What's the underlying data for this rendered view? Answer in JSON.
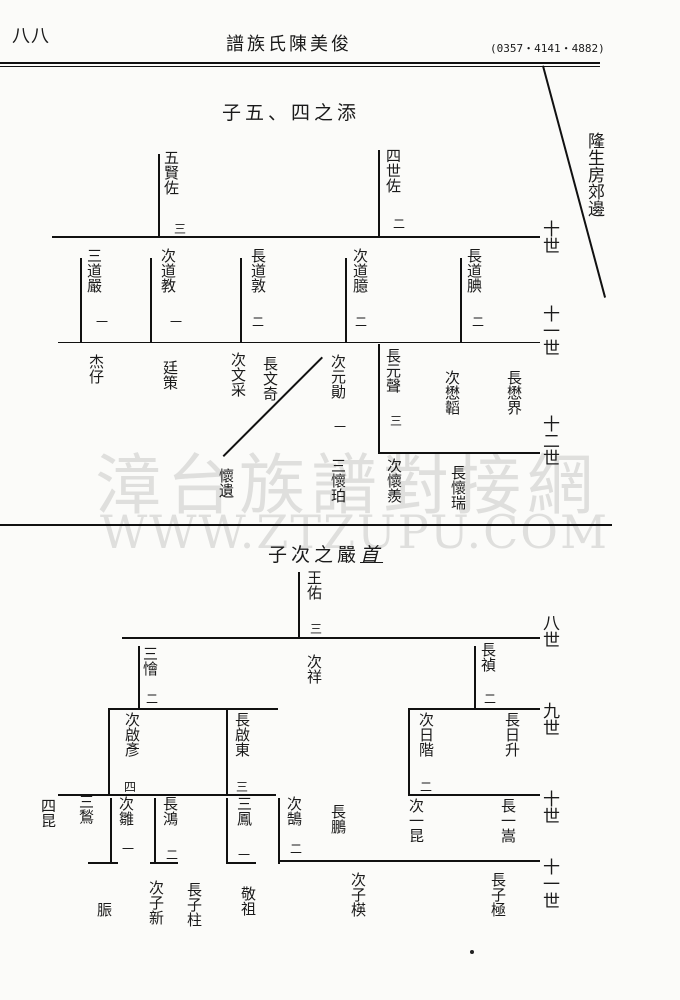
{
  "header": {
    "page_num": "八八",
    "title": "譜族氏陳美俊",
    "phone": "(0357・4141・4882)"
  },
  "watermark": {
    "cn": "漳台族譜對接網",
    "url": "WWW.ZTZUPU.COM"
  },
  "section1": {
    "title": "子五、四之添",
    "side_note": "隆生房郊邊",
    "generations": [
      "十世",
      "十一世",
      "十二世"
    ],
    "tenth": [
      {
        "label": "五賢佐",
        "ord": "三"
      },
      {
        "label": "四世佐",
        "ord": "二"
      }
    ],
    "eleventh": [
      {
        "label": "三道嚴",
        "ord": "一"
      },
      {
        "label": "次道教",
        "ord": "一"
      },
      {
        "label": "長道敦",
        "ord": "二"
      },
      {
        "label": "次道臆",
        "ord": "二"
      },
      {
        "label": "長道腆",
        "ord": "二"
      }
    ],
    "twelfth": [
      "杰仔",
      "廷策",
      "次文采",
      "長文奇",
      "次元勛",
      "長元聲",
      "次懋韜",
      "長懋界"
    ],
    "twelfth_ords": {
      "yuanxun": "一",
      "yuansheng": "三"
    },
    "thirteenth": [
      "懷遺",
      "三懷珀",
      "次懷羨",
      "長懷瑞"
    ]
  },
  "section2": {
    "title": "子次之嚴",
    "title_mark": "首",
    "generations": [
      "八世",
      "九世",
      "十世",
      "十一世"
    ],
    "eighth": {
      "label": "王佑",
      "ord": "三"
    },
    "ninth": [
      {
        "label": "三懀",
        "ord": "二"
      },
      {
        "label": "次祥",
        "ord": ""
      },
      {
        "label": "長禎",
        "ord": "二"
      }
    ],
    "tenth": [
      {
        "label": "次啟彥",
        "ord": "四"
      },
      {
        "label": "長啟東",
        "ord": "三"
      },
      {
        "label": "次日階",
        "ord": "二"
      },
      {
        "label": "長日升",
        "ord": ""
      }
    ],
    "eleventh": [
      {
        "label": "四昆",
        "ord": ""
      },
      {
        "label": "三鶖",
        "ord": ""
      },
      {
        "label": "次雛",
        "ord": "一"
      },
      {
        "label": "長鴻",
        "ord": "二"
      },
      {
        "label": "三鳳",
        "ord": "一"
      },
      {
        "label": "次鵠",
        "ord": "二"
      },
      {
        "label": "長鵬",
        "ord": ""
      },
      {
        "label": "次一昆",
        "ord": ""
      },
      {
        "label": "長一嵩",
        "ord": ""
      }
    ],
    "twelfth": [
      "脤",
      "次子新",
      "長子柱",
      "敬祖",
      "次子楧",
      "長子極"
    ]
  }
}
